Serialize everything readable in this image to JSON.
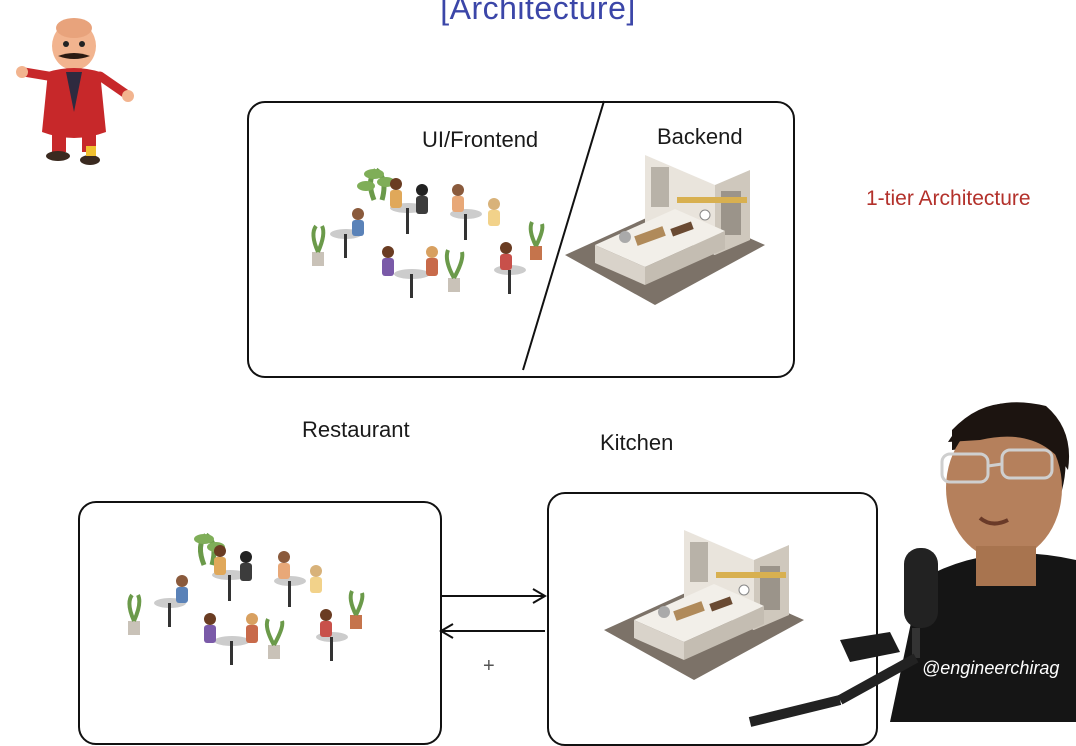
{
  "title": "[Architecture]",
  "top_diagram": {
    "frontend_label": "UI/Frontend",
    "backend_label": "Backend"
  },
  "side_label": "1-tier Architecture",
  "bottom_labels": {
    "restaurant": "Restaurant",
    "kitchen": "Kitchen"
  },
  "plus_sign": "+",
  "presenter": {
    "watermark": "@engineerchirag"
  },
  "colors": {
    "title": "#3b46a8",
    "side_label": "#b3312b"
  }
}
